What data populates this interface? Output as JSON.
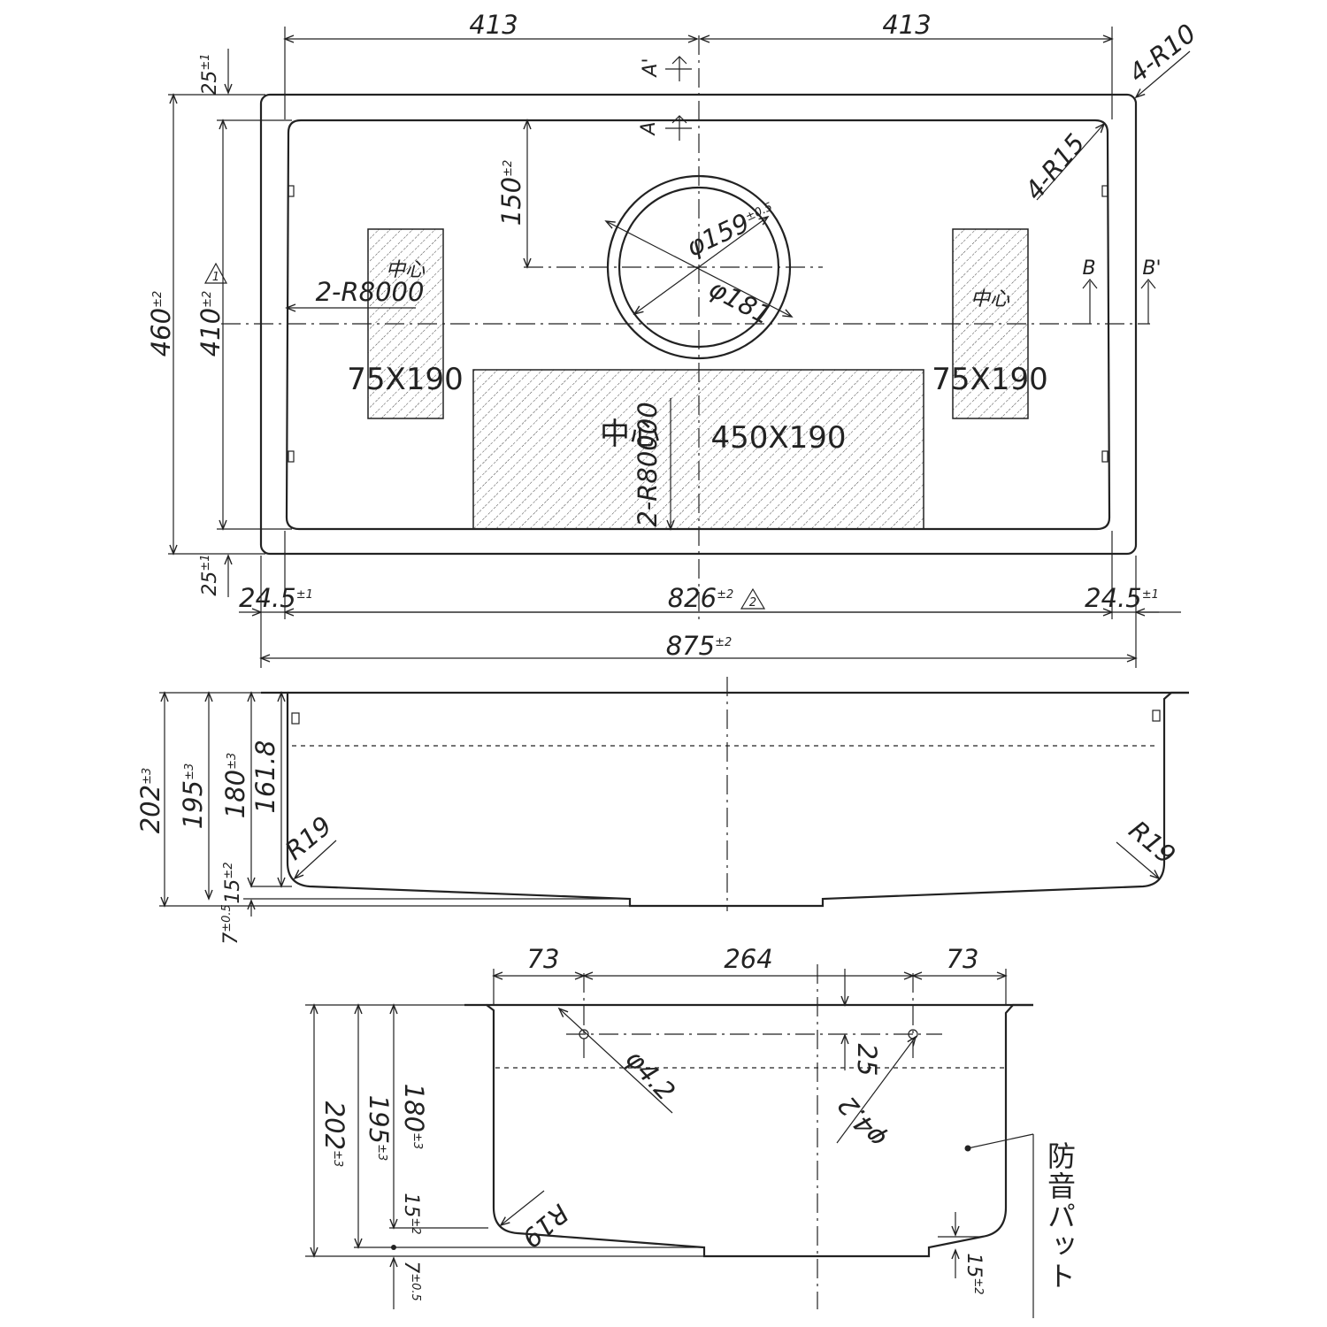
{
  "plan": {
    "top_left_width": "413",
    "top_right_width": "413",
    "corner_outer_radius": "4-R10",
    "corner_inner_radius": "4-R15",
    "section_a_prime": "A'",
    "section_a": "A",
    "section_b": "B",
    "section_b_prime": "B'",
    "flange_top": "25",
    "flange_top_tol": "±1",
    "flange_bottom": "25",
    "flange_bottom_tol": "±1",
    "outer_depth": "460",
    "outer_depth_tol": "±2",
    "inner_depth": "410",
    "inner_depth_tol": "±2",
    "revision_1": "1",
    "revision_2": "2",
    "drain_offset": "150",
    "drain_offset_tol": "±2",
    "drain_inner_dia": "φ159",
    "drain_inner_dia_tol": "±0.5",
    "drain_outer_dia": "φ181",
    "side_radius": "2-R8000",
    "bottom_radius": "2-R80000",
    "center_label": "中心",
    "left_pad": "75X190",
    "right_pad": "75X190",
    "center_pad": "450X190",
    "left_flange": "24.5",
    "left_flange_tol": "±1",
    "inner_width": "826",
    "inner_width_tol": "±2",
    "right_flange": "24.5",
    "right_flange_tol": "±1",
    "overall_width": "875",
    "overall_width_tol": "±2"
  },
  "side_section": {
    "height_total": "202",
    "height_total_tol": "±3",
    "height_195": "195",
    "height_195_tol": "±3",
    "height_180": "180",
    "height_180_tol": "±3",
    "height_161": "161.8",
    "corner_left": "R19",
    "corner_right": "R19",
    "drain_step": "15",
    "drain_step_tol": "±2",
    "bottom_thick": "7",
    "bottom_thick_tol": "±0.5"
  },
  "end_section": {
    "left_offset": "73",
    "center_span": "264",
    "right_offset": "73",
    "hole_left": "φ4.2",
    "hole_right": "φ4.2",
    "hole_depth": "25",
    "height_total": "202",
    "height_total_tol": "±3",
    "height_195": "195",
    "height_195_tol": "±3",
    "height_180": "180",
    "height_180_tol": "±3",
    "drain_step": "15",
    "drain_step_tol": "±2",
    "bottom_thick": "7",
    "bottom_thick_tol": "±0.5",
    "corner": "R19",
    "right_step": "15",
    "right_step_tol": "±2",
    "pad_note": "防音パット"
  }
}
